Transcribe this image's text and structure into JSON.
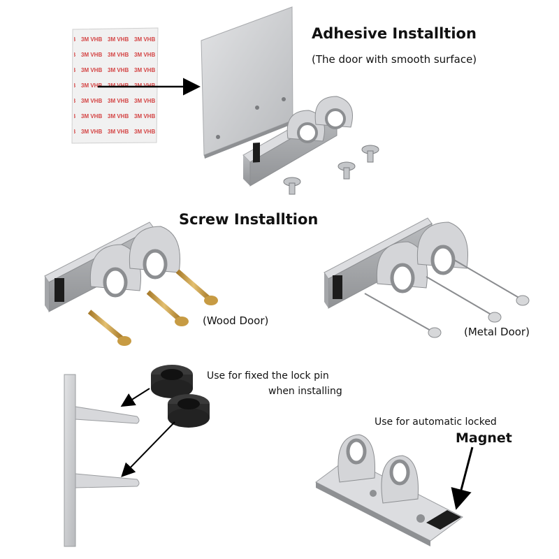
{
  "sections": {
    "adhesive": {
      "title": "Adhesive Installtion",
      "subtitle": "(The door with smooth surface)",
      "tape_print": "3M VHB™"
    },
    "screw": {
      "title": "Screw Installtion",
      "wood_label": "(Wood Door)",
      "metal_label": "(Metal Door)"
    },
    "pin": {
      "note_line1": "Use for fixed the lock pin",
      "note_line2": "when installing"
    },
    "magnet": {
      "note": "Use for automatic locked",
      "label": "Magnet"
    }
  },
  "colors": {
    "aluminum": "#c9cacc",
    "aluminum_dark": "#9ea0a3",
    "tape_red": "#d23a3a",
    "brass": "#c9a04a",
    "magnet": "#1c1c1c",
    "bushing": "#2b2b2b",
    "arrow": "#000000"
  }
}
